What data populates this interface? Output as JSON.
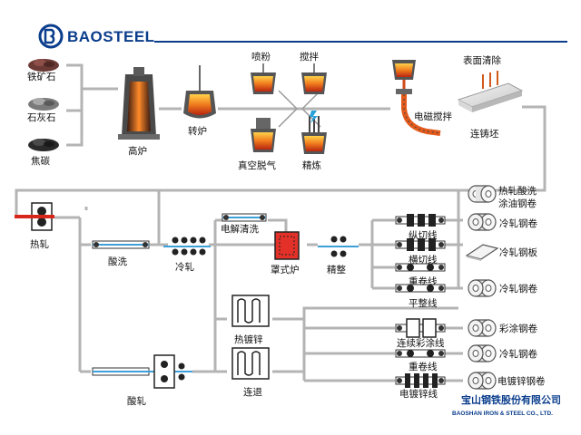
{
  "brand": {
    "logo_text": "BAOSTEEL",
    "company_cn": "宝山钢铁股份有限公司",
    "company_en": "BAOSHAN IRON & STEEL CO., LTD."
  },
  "raw_materials": {
    "iron_ore": "铁矿石",
    "limestone": "石灰石",
    "coke": "焦碳"
  },
  "steelmaking": {
    "blast_furnace": "高炉",
    "converter": "转炉",
    "powder_injection": "喷粉",
    "stirring": "搅拌",
    "vacuum_degassing": "真空脱气",
    "refining": "精炼",
    "em_stirring": "电磁搅拌",
    "surface_cleaning": "表面清除",
    "continuous_slab": "连铸坯"
  },
  "rolling": {
    "hot_rolling": "热轧",
    "pickling": "酸洗",
    "cold_rolling": "冷轧",
    "pickle_rolling": "酸轧",
    "electrolytic_cleaning": "电解清洗",
    "bell_furnace": "罩式炉",
    "finishing": "精整",
    "hot_dip_galvanizing": "热镀锌",
    "continuous_annealing": "连退",
    "slitting_line": "纵切线",
    "cut_to_length_line": "横切线",
    "rewinding_line_1": "重卷线",
    "temper_line": "平整线",
    "color_coating_line": "连续彩涂线",
    "rewinding_line_2": "重卷线",
    "electro_galvanizing_line": "电镀锌线"
  },
  "products": {
    "hot_pickled_oiled_coil": "热轧酸洗涂油钢卷",
    "cold_rolled_coil_1": "冷轧钢卷",
    "cold_rolled_sheet": "冷轧钢板",
    "cold_rolled_coil_2": "冷轧钢卷",
    "color_coated_coil": "彩涂钢卷",
    "cold_rolled_coil_3": "冷轧钢卷",
    "electro_galvanized_coil": "电镀锌钢卷"
  },
  "colors": {
    "line": "#b0b0b0",
    "accent": "#0a3d8c",
    "molten": "#e8521a",
    "strip": "#3fa0d8",
    "text": "#111111"
  }
}
